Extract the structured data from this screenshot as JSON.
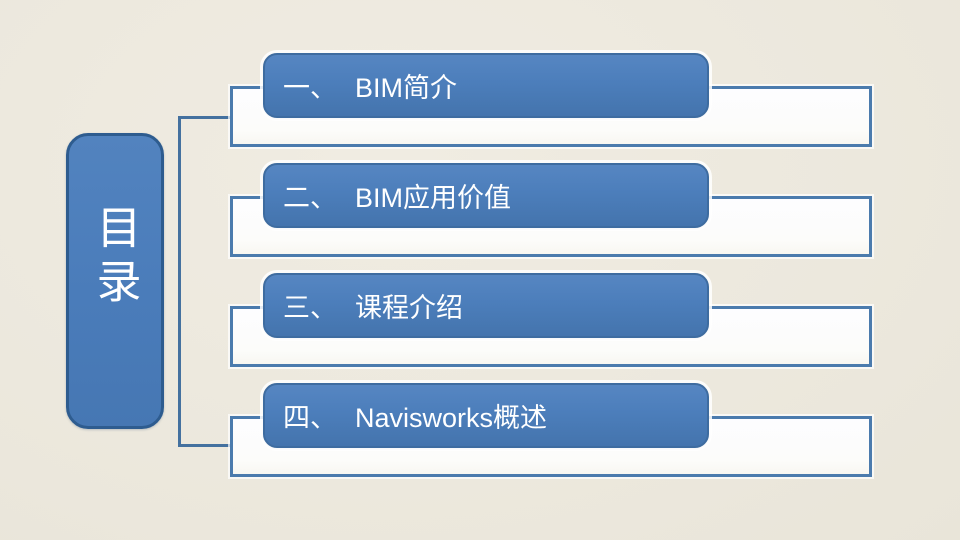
{
  "slide": {
    "title": "目录",
    "items": [
      {
        "prefix": "一、",
        "title": "BIM简介"
      },
      {
        "prefix": "二、",
        "title": "BIM应用价值"
      },
      {
        "prefix": "三、",
        "title": "课程介绍"
      },
      {
        "prefix": "四、",
        "title": "Navisworks概述"
      }
    ],
    "colors": {
      "background": "#ECE8DD",
      "shape_fill": "#4C7EBB",
      "shape_border": "#3E6CA0",
      "toc_box_border": "#2E5C8F",
      "connector": "#44719F",
      "panel_fill": "#FDFDFE",
      "panel_border": "#4B7BAD",
      "text": "#FFFFFF"
    }
  }
}
